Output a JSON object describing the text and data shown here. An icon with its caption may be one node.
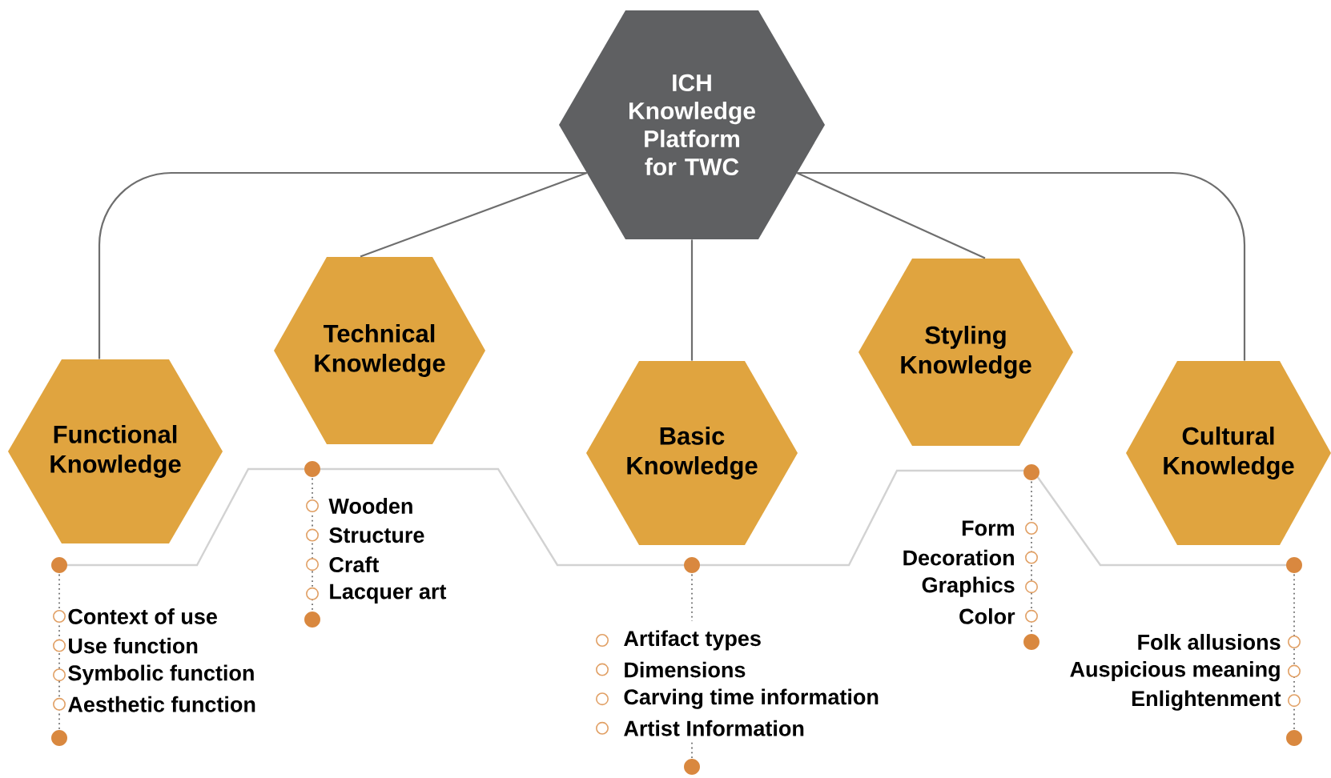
{
  "diagram": {
    "nodes": [
      {
        "text": [
          "ICH Knowledge Platform for TWC"
        ]
      },
      {
        "text": [
          "Functional Knowledge"
        ],
        "beside": [
          "Context of use",
          "Use function",
          "Symbolic function",
          "Aesthetic function"
        ]
      },
      {
        "text": [
          "Technical Knowledge"
        ],
        "beside": [
          "Wooden",
          "Structure",
          "Craft",
          "Lacquer art"
        ]
      },
      {
        "text": [
          "Basic Knowledge"
        ],
        "beside": [
          "Artifact types",
          "Dimensions",
          "Carving time information",
          "Artist Information"
        ]
      },
      {
        "text": [
          "Styling Knowledge"
        ],
        "beside": [
          "Form",
          "Decoration",
          "Graphics",
          "Color"
        ]
      },
      {
        "text": [
          "Cultural Knowledge"
        ],
        "beside": [
          "Folk allusions",
          "Auspicious meaning",
          "Enlightenment"
        ]
      }
    ],
    "edges": [
      {
        "from": 0,
        "to": 1,
        "arrow": "none"
      },
      {
        "from": 0,
        "to": 2,
        "arrow": "none"
      },
      {
        "from": 0,
        "to": 3,
        "arrow": "none"
      },
      {
        "from": 0,
        "to": 4,
        "arrow": "none"
      },
      {
        "from": 0,
        "to": 5,
        "arrow": "none"
      }
    ]
  }
}
